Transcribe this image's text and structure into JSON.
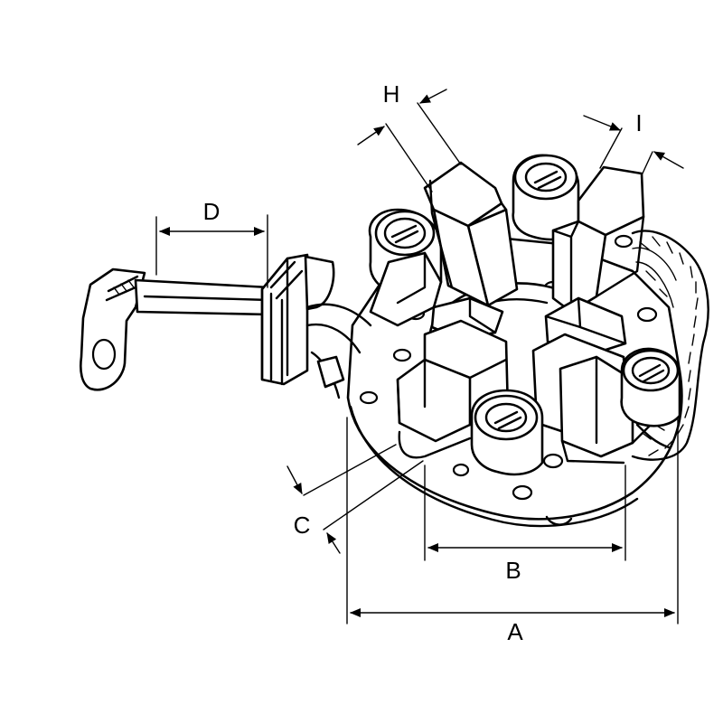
{
  "dimensions": {
    "A": "A",
    "B": "B",
    "C": "C",
    "D": "D",
    "H": "H",
    "I": "I"
  }
}
